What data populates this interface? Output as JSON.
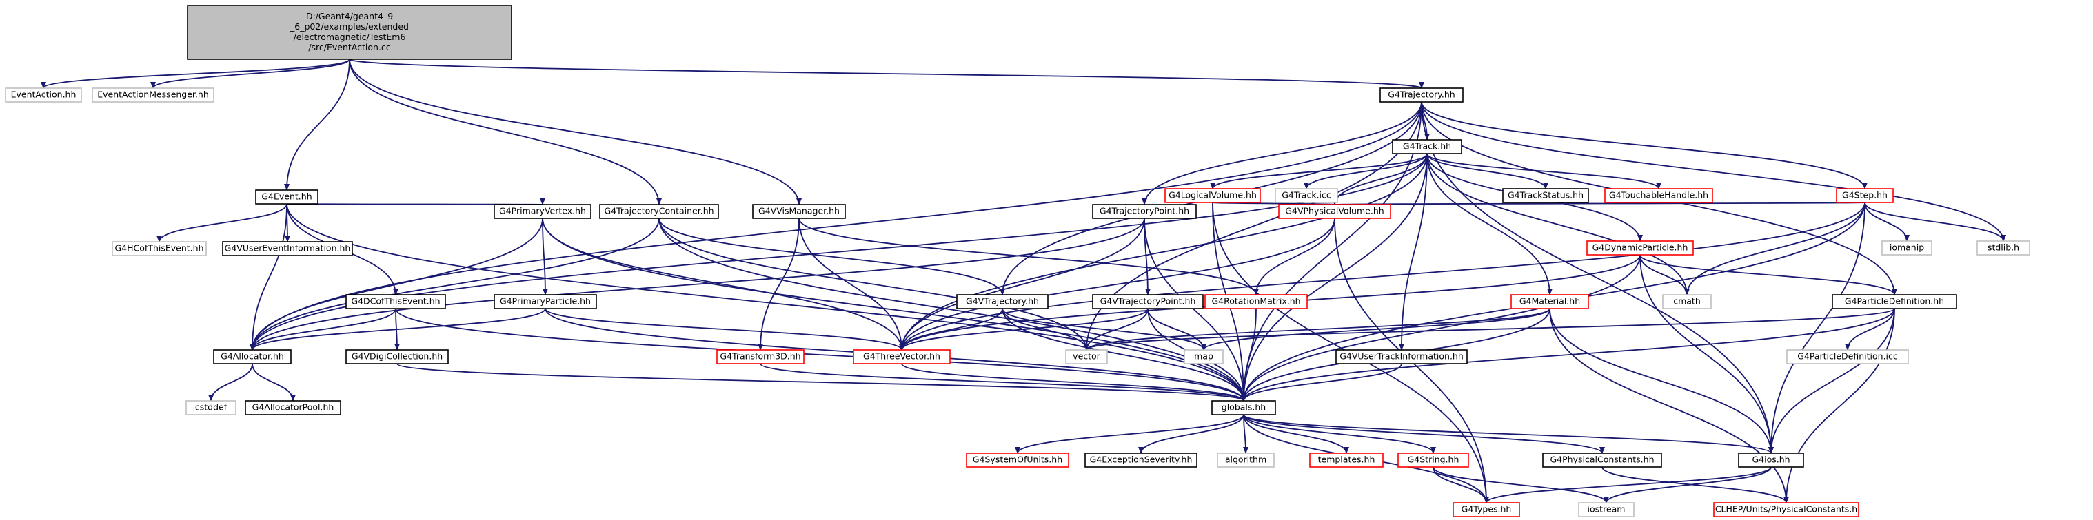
{
  "colors": {
    "root_fill": "#bfbfbf",
    "box_stroke_normal": "#000000",
    "box_stroke_truncated": "#ff0000",
    "box_stroke_external": "#bfbfbf",
    "box_fill": "#ffffff",
    "edge": "#191970"
  },
  "nodes": [
    {
      "id": "root",
      "label": [
        "D:/Geant4/geant4_9",
        "_6_p02/examples/extended",
        "/electromagnetic/TestEm6",
        "/src/EventAction.cc"
      ],
      "kind": "root"
    },
    {
      "id": "eventaction",
      "label": [
        "EventAction.hh"
      ],
      "kind": "external"
    },
    {
      "id": "eventactionmessenger",
      "label": [
        "EventActionMessenger.hh"
      ],
      "kind": "external"
    },
    {
      "id": "g4event",
      "label": [
        "G4Event.hh"
      ],
      "kind": "normal"
    },
    {
      "id": "g4trajectorycontainer",
      "label": [
        "G4TrajectoryContainer.hh"
      ],
      "kind": "normal"
    },
    {
      "id": "g4vvismanager",
      "label": [
        "G4VVisManager.hh"
      ],
      "kind": "normal"
    },
    {
      "id": "g4trajectory",
      "label": [
        "G4Trajectory.hh"
      ],
      "kind": "normal"
    },
    {
      "id": "g4hcofthisevent",
      "label": [
        "G4HCofThisEvent.hh"
      ],
      "kind": "external"
    },
    {
      "id": "g4vusereventinformation",
      "label": [
        "G4VUserEventInformation.hh"
      ],
      "kind": "normal"
    },
    {
      "id": "g4primaryvertex",
      "label": [
        "G4PrimaryVertex.hh"
      ],
      "kind": "normal"
    },
    {
      "id": "g4dcofthisevent",
      "label": [
        "G4DCofThisEvent.hh"
      ],
      "kind": "normal"
    },
    {
      "id": "g4primaryparticle",
      "label": [
        "G4PrimaryParticle.hh"
      ],
      "kind": "normal"
    },
    {
      "id": "g4vdigicollection",
      "label": [
        "G4VDigiCollection.hh"
      ],
      "kind": "normal"
    },
    {
      "id": "g4allocator",
      "label": [
        "G4Allocator.hh"
      ],
      "kind": "normal"
    },
    {
      "id": "cstddef",
      "label": [
        "cstddef"
      ],
      "kind": "external"
    },
    {
      "id": "g4allocatorpool",
      "label": [
        "G4AllocatorPool.hh"
      ],
      "kind": "normal"
    },
    {
      "id": "g4track",
      "label": [
        "G4Track.hh"
      ],
      "kind": "normal"
    },
    {
      "id": "g4logicalvolume",
      "label": [
        "G4LogicalVolume.hh"
      ],
      "kind": "truncated"
    },
    {
      "id": "g4trackicc",
      "label": [
        "G4Track.icc"
      ],
      "kind": "external"
    },
    {
      "id": "g4trackstatus",
      "label": [
        "G4TrackStatus.hh"
      ],
      "kind": "normal"
    },
    {
      "id": "g4touchablehandle",
      "label": [
        "G4TouchableHandle.hh"
      ],
      "kind": "truncated"
    },
    {
      "id": "g4step",
      "label": [
        "G4Step.hh"
      ],
      "kind": "truncated"
    },
    {
      "id": "g4trajectorypoint",
      "label": [
        "G4TrajectoryPoint.hh"
      ],
      "kind": "normal"
    },
    {
      "id": "g4vphysicalvolume",
      "label": [
        "G4VPhysicalVolume.hh"
      ],
      "kind": "truncated"
    },
    {
      "id": "g4dynamicparticle",
      "label": [
        "G4DynamicParticle.hh"
      ],
      "kind": "truncated"
    },
    {
      "id": "iomanip",
      "label": [
        "iomanip"
      ],
      "kind": "external"
    },
    {
      "id": "stdlib",
      "label": [
        "stdlib.h"
      ],
      "kind": "external"
    },
    {
      "id": "g4vtrajectory",
      "label": [
        "G4VTrajectory.hh"
      ],
      "kind": "normal"
    },
    {
      "id": "g4vtrajectorypoint",
      "label": [
        "G4VTrajectoryPoint.hh"
      ],
      "kind": "normal"
    },
    {
      "id": "g4rotationmatrix",
      "label": [
        "G4RotationMatrix.hh"
      ],
      "kind": "truncated"
    },
    {
      "id": "g4material",
      "label": [
        "G4Material.hh"
      ],
      "kind": "truncated"
    },
    {
      "id": "cmath",
      "label": [
        "cmath"
      ],
      "kind": "external"
    },
    {
      "id": "g4particledefinition",
      "label": [
        "G4ParticleDefinition.hh"
      ],
      "kind": "normal"
    },
    {
      "id": "g4transform3d",
      "label": [
        "G4Transform3D.hh"
      ],
      "kind": "truncated"
    },
    {
      "id": "g4threevector",
      "label": [
        "G4ThreeVector.hh"
      ],
      "kind": "truncated"
    },
    {
      "id": "vector",
      "label": [
        "vector"
      ],
      "kind": "external"
    },
    {
      "id": "map",
      "label": [
        "map"
      ],
      "kind": "external"
    },
    {
      "id": "g4vusertrackinformation",
      "label": [
        "G4VUserTrackInformation.hh"
      ],
      "kind": "normal"
    },
    {
      "id": "g4particledefinitionicc",
      "label": [
        "G4ParticleDefinition.icc"
      ],
      "kind": "external"
    },
    {
      "id": "globals",
      "label": [
        "globals.hh"
      ],
      "kind": "normal"
    },
    {
      "id": "g4systemofunits",
      "label": [
        "G4SystemOfUnits.hh"
      ],
      "kind": "truncated"
    },
    {
      "id": "g4exceptionseverity",
      "label": [
        "G4ExceptionSeverity.hh"
      ],
      "kind": "normal"
    },
    {
      "id": "algorithm",
      "label": [
        "algorithm"
      ],
      "kind": "external"
    },
    {
      "id": "templates",
      "label": [
        "templates.hh"
      ],
      "kind": "truncated"
    },
    {
      "id": "g4string",
      "label": [
        "G4String.hh"
      ],
      "kind": "truncated"
    },
    {
      "id": "g4physicalconstants",
      "label": [
        "G4PhysicalConstants.hh"
      ],
      "kind": "normal"
    },
    {
      "id": "g4ios",
      "label": [
        "G4ios.hh"
      ],
      "kind": "normal"
    },
    {
      "id": "g4types",
      "label": [
        "G4Types.hh"
      ],
      "kind": "truncated"
    },
    {
      "id": "iostream",
      "label": [
        "iostream"
      ],
      "kind": "external"
    },
    {
      "id": "clhepphysicalconstants",
      "label": [
        "CLHEP/Units/PhysicalConstants.h"
      ],
      "kind": "truncated"
    }
  ],
  "edges": [
    [
      "root",
      "eventaction"
    ],
    [
      "root",
      "eventactionmessenger"
    ],
    [
      "root",
      "g4event"
    ],
    [
      "root",
      "g4trajectorycontainer"
    ],
    [
      "root",
      "g4vvismanager"
    ],
    [
      "root",
      "g4trajectory"
    ],
    [
      "g4event",
      "g4hcofthisevent"
    ],
    [
      "g4event",
      "g4vusereventinformation"
    ],
    [
      "g4event",
      "g4primaryvertex"
    ],
    [
      "g4event",
      "g4dcofthisevent"
    ],
    [
      "g4event",
      "g4allocator"
    ],
    [
      "g4event",
      "globals"
    ],
    [
      "g4primaryvertex",
      "g4primaryparticle"
    ],
    [
      "g4primaryvertex",
      "g4allocator"
    ],
    [
      "g4primaryvertex",
      "g4threevector"
    ],
    [
      "g4primaryvertex",
      "globals"
    ],
    [
      "g4primaryparticle",
      "g4allocator"
    ],
    [
      "g4primaryparticle",
      "g4threevector"
    ],
    [
      "g4primaryparticle",
      "globals"
    ],
    [
      "g4dcofthisevent",
      "g4vdigicollection"
    ],
    [
      "g4dcofthisevent",
      "g4allocator"
    ],
    [
      "g4dcofthisevent",
      "globals"
    ],
    [
      "g4vdigicollection",
      "globals"
    ],
    [
      "g4allocator",
      "cstddef"
    ],
    [
      "g4allocator",
      "g4allocatorpool"
    ],
    [
      "g4trajectorycontainer",
      "g4vtrajectory"
    ],
    [
      "g4trajectorycontainer",
      "vector"
    ],
    [
      "g4trajectorycontainer",
      "globals"
    ],
    [
      "g4trajectorycontainer",
      "g4allocator"
    ],
    [
      "g4vvismanager",
      "g4transform3d"
    ],
    [
      "g4vvismanager",
      "g4threevector"
    ],
    [
      "g4vvismanager",
      "g4rotationmatrix"
    ],
    [
      "g4trajectory",
      "g4track"
    ],
    [
      "g4trajectory",
      "g4trajectorypoint"
    ],
    [
      "g4trajectory",
      "g4vtrajectory"
    ],
    [
      "g4trajectory",
      "g4allocator"
    ],
    [
      "g4trajectory",
      "g4step"
    ],
    [
      "g4trajectory",
      "stdlib"
    ],
    [
      "g4trajectory",
      "g4particledefinition"
    ],
    [
      "g4trajectory",
      "g4ios"
    ],
    [
      "g4trajectory",
      "globals"
    ],
    [
      "g4trajectory",
      "vector"
    ],
    [
      "g4track",
      "g4logicalvolume"
    ],
    [
      "g4track",
      "g4trackicc"
    ],
    [
      "g4track",
      "g4trackstatus"
    ],
    [
      "g4track",
      "g4touchablehandle"
    ],
    [
      "g4track",
      "g4vphysicalvolume"
    ],
    [
      "g4track",
      "g4dynamicparticle"
    ],
    [
      "g4track",
      "g4material"
    ],
    [
      "g4track",
      "g4vusertrackinformation"
    ],
    [
      "g4track",
      "g4threevector"
    ],
    [
      "g4track",
      "cmath"
    ],
    [
      "g4track",
      "globals"
    ],
    [
      "g4track",
      "g4allocator"
    ],
    [
      "g4logicalvolume",
      "g4vphysicalvolume"
    ],
    [
      "g4logicalvolume",
      "globals"
    ],
    [
      "g4logicalvolume",
      "g4types"
    ],
    [
      "g4vphysicalvolume",
      "g4rotationmatrix"
    ],
    [
      "g4vphysicalvolume",
      "g4threevector"
    ],
    [
      "g4vphysicalvolume",
      "g4types"
    ],
    [
      "g4step",
      "g4vphysicalvolume"
    ],
    [
      "g4step",
      "iomanip"
    ],
    [
      "g4step",
      "stdlib"
    ],
    [
      "g4step",
      "cmath"
    ],
    [
      "g4step",
      "g4threevector"
    ],
    [
      "g4step",
      "globals"
    ],
    [
      "g4step",
      "g4ios"
    ],
    [
      "g4dynamicparticle",
      "g4particledefinition"
    ],
    [
      "g4dynamicparticle",
      "cmath"
    ],
    [
      "g4dynamicparticle",
      "g4threevector"
    ],
    [
      "g4dynamicparticle",
      "globals"
    ],
    [
      "g4dynamicparticle",
      "g4ios"
    ],
    [
      "g4trajectorypoint",
      "g4vtrajectorypoint"
    ],
    [
      "g4trajectorypoint",
      "g4allocator"
    ],
    [
      "g4trajectorypoint",
      "g4threevector"
    ],
    [
      "g4trajectorypoint",
      "globals"
    ],
    [
      "g4vtrajectory",
      "g4threevector"
    ],
    [
      "g4vtrajectory",
      "vector"
    ],
    [
      "g4vtrajectory",
      "map"
    ],
    [
      "g4vtrajectory",
      "globals"
    ],
    [
      "g4vtrajectorypoint",
      "g4threevector"
    ],
    [
      "g4vtrajectorypoint",
      "vector"
    ],
    [
      "g4vtrajectorypoint",
      "map"
    ],
    [
      "g4vtrajectorypoint",
      "globals"
    ],
    [
      "g4rotationmatrix",
      "globals"
    ],
    [
      "g4transform3d",
      "globals"
    ],
    [
      "g4threevector",
      "globals"
    ],
    [
      "g4material",
      "vector"
    ],
    [
      "g4material",
      "map"
    ],
    [
      "g4material",
      "globals"
    ],
    [
      "g4material",
      "g4ios"
    ],
    [
      "g4material",
      "clhepphysicalconstants"
    ],
    [
      "g4particledefinition",
      "g4particledefinitionicc"
    ],
    [
      "g4particledefinition",
      "vector"
    ],
    [
      "g4particledefinition",
      "globals"
    ],
    [
      "g4particledefinition",
      "g4ios"
    ],
    [
      "g4particledefinition",
      "clhepphysicalconstants"
    ],
    [
      "g4vusertrackinformation",
      "globals"
    ],
    [
      "globals",
      "g4systemofunits"
    ],
    [
      "globals",
      "g4exceptionseverity"
    ],
    [
      "globals",
      "algorithm"
    ],
    [
      "globals",
      "templates"
    ],
    [
      "globals",
      "g4string"
    ],
    [
      "globals",
      "g4physicalconstants"
    ],
    [
      "globals",
      "g4ios"
    ],
    [
      "globals",
      "g4types"
    ],
    [
      "g4string",
      "g4types"
    ],
    [
      "g4string",
      "iostream"
    ],
    [
      "g4ios",
      "g4types"
    ],
    [
      "g4ios",
      "iostream"
    ],
    [
      "g4physicalconstants",
      "clhepphysicalconstants"
    ]
  ]
}
